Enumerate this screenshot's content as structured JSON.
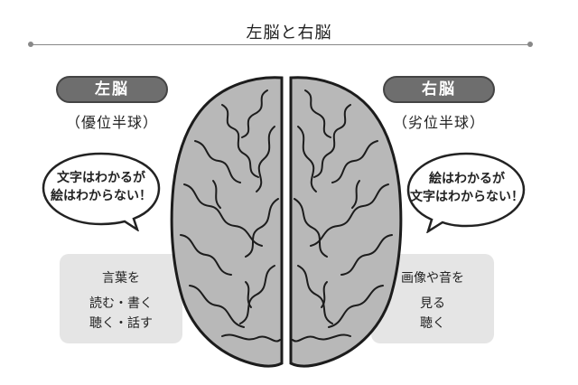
{
  "title": "左脳と右脳",
  "left": {
    "label": "左脳",
    "sub": "（優位半球）",
    "bubble_lines": [
      "文字はわかるが",
      "絵はわからない！"
    ],
    "box_lines": [
      "言葉を",
      "読む・書く",
      "聴く・話す"
    ]
  },
  "right": {
    "label": "右脳",
    "sub": "（劣位半球）",
    "bubble_lines": [
      "絵はわかるが",
      "文字はわからない！"
    ],
    "box_lines": [
      "画像や音を",
      "見る",
      "聴く"
    ]
  },
  "colors": {
    "pill_fill": "#6e6e6e",
    "brain_fill": "#b8b8b8",
    "box_fill": "#e5e5e5",
    "rule": "#888888"
  },
  "icons": {
    "brain": "brain-top-view-icon",
    "speech": "speech-bubble-icon"
  }
}
